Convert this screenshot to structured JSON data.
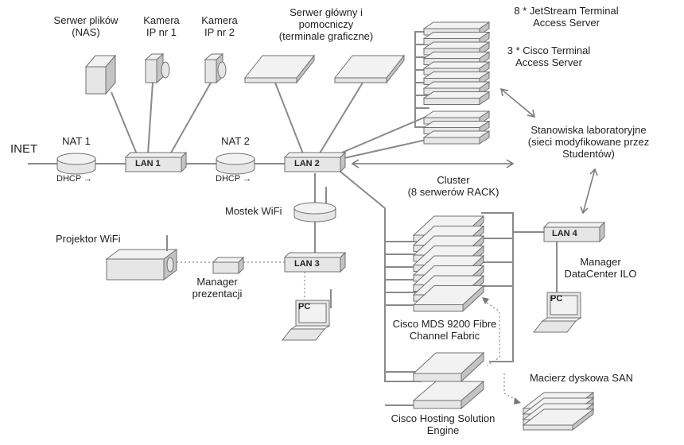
{
  "labels": {
    "nas": "Serwer  plików\n(NAS)",
    "cam1": "Kamera\nIP nr 1",
    "cam2": "Kamera\nIP nr 2",
    "main_server": "Serwer główny i\npomocniczy\n(terminale graficzne)",
    "jetstream": "8 * JetStream Terminal\nAccess Server",
    "cisco_tas": "3 * Cisco Terminal\nAccess Server",
    "inet": "INET",
    "nat1": "NAT 1",
    "nat2": "NAT 2",
    "dhcp1": "DHCP →",
    "dhcp2": "DHCP →",
    "lan1": "LAN 1",
    "lan2": "LAN 2",
    "lan3": "LAN 3",
    "lan4": "LAN 4",
    "stanowiska": "Stanowiska laboratoryjne\n(sieci modyfikowane przez\nStudentów)",
    "cluster": "Cluster\n(8 serwerów RACK)",
    "mostek": "Mostek WiFi",
    "projektor": "Projektor WiFi",
    "manager_prez": "Manager\nprezentacji",
    "pc1": "PC",
    "pc2": "PC",
    "manager_dc": "Manager\nDataCenter ILO",
    "cisco_mds": "Cisco MDS 9200 Fibre\nChannel Fabric",
    "macierz": "Macierz dyskowa SAN",
    "cisco_hse": "Cisco Hosting Solution\nEngine"
  },
  "colors": {
    "line": "#8a8a8a",
    "fill": "#e6e6e6",
    "top": "#f2f2f2",
    "side": "#c4c4c4",
    "stroke": "#707070"
  }
}
